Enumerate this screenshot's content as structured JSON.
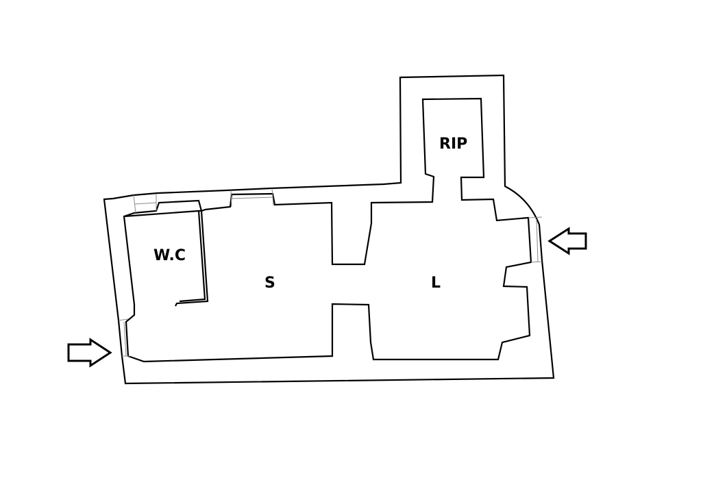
{
  "rooms": {
    "wc": {
      "label": "W.C"
    },
    "s": {
      "label": "S"
    },
    "l": {
      "label": "L"
    },
    "rip": {
      "label": "RIP"
    }
  },
  "entrances": {
    "left": {
      "icon": "entrance-arrow-icon"
    },
    "right": {
      "icon": "entrance-arrow-icon"
    }
  }
}
